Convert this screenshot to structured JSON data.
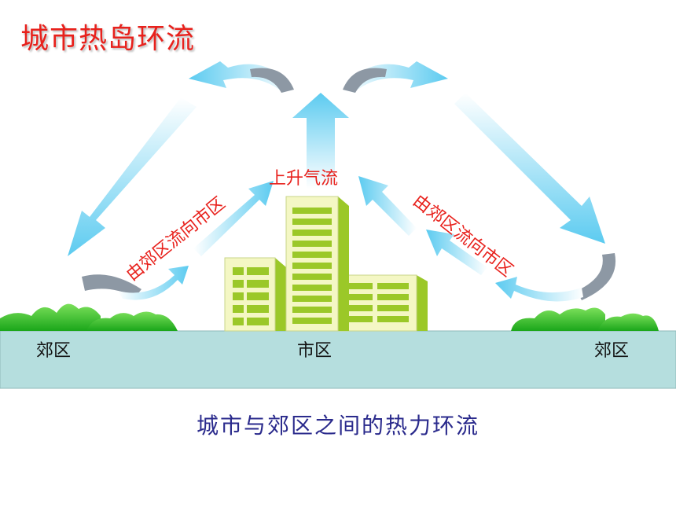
{
  "title": "城市热岛环流",
  "labels": {
    "suburb_left": "郊区",
    "city": "市区",
    "suburb_right": "郊区",
    "rising_air": "上升气流",
    "flow_left": "由郊区流向市区",
    "flow_right": "由郊区流向市区"
  },
  "caption": "城市与郊区之间的热力环流",
  "colors": {
    "title": "#e8211c",
    "caption": "#2a2a8c",
    "ground": "#b5dede",
    "arrow": "#7fd3f2",
    "building_face": "#f4f7c4",
    "building_side": "#9bc828",
    "vegetation": "#2fbb1f",
    "return_arrow": "#8d98a4"
  }
}
